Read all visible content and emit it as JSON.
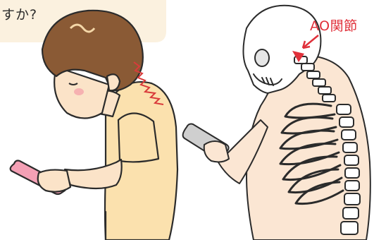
{
  "speech_bubble": {
    "text": "すか?"
  },
  "anatomy_label": {
    "text": "AO関節"
  },
  "colors": {
    "bubble_fill": "#fbf1df",
    "hair": "#8a5a35",
    "skin": "#fbe3c8",
    "shirt": "#fbe1ae",
    "phone_pink": "#f4a0b5",
    "phone_gray": "#cfcfcf",
    "bone": "#ffffff",
    "outline": "#2b2b2b",
    "label_red": "#e0303a",
    "strain_red": "#d93b3b"
  },
  "icons": {
    "person": "person-looking-at-phone-illustration",
    "skeleton": "skeleton-forward-head-illustration"
  }
}
